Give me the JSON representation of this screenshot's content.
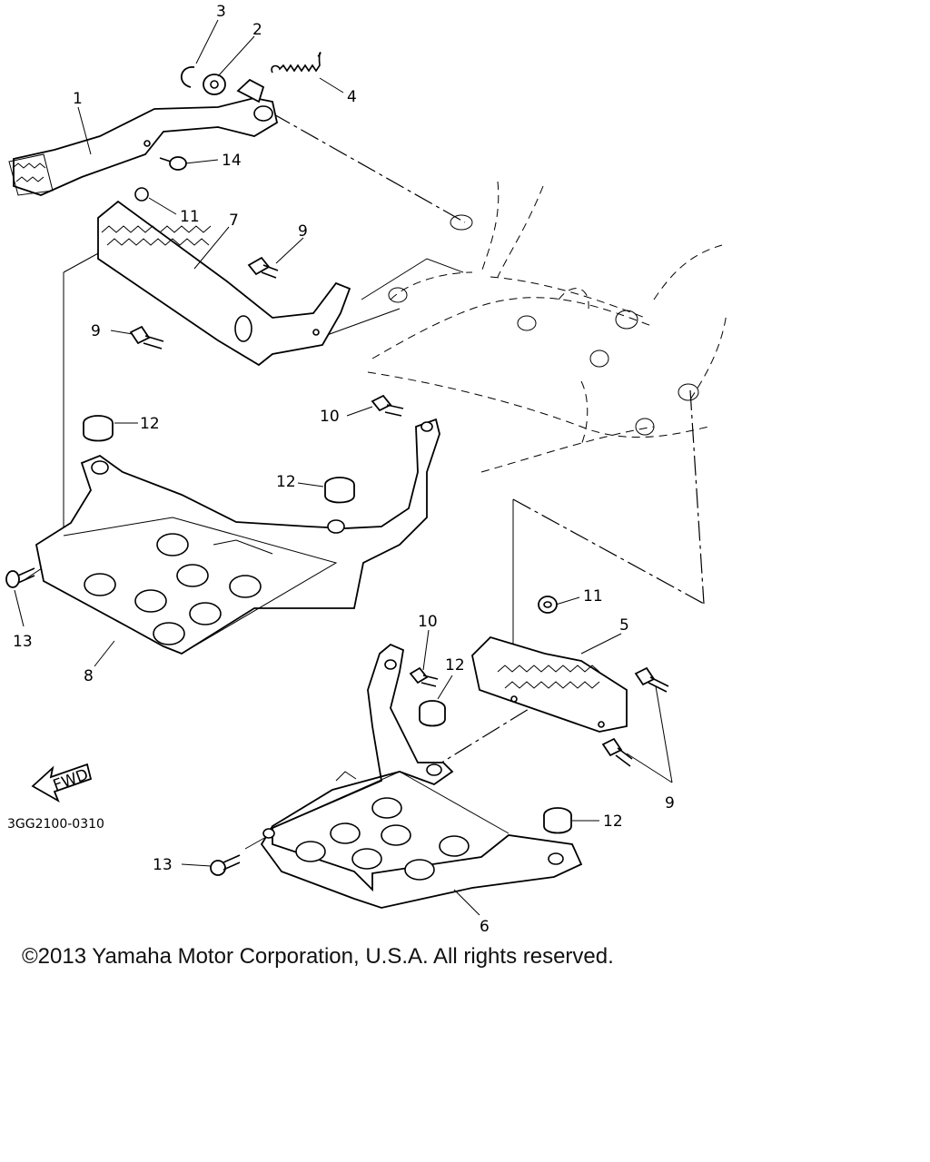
{
  "callouts": {
    "c1": "1",
    "c2": "2",
    "c3": "3",
    "c4": "4",
    "c5": "5",
    "c6": "6",
    "c7": "7",
    "c8": "8",
    "c9a": "9",
    "c9b": "9",
    "c9c": "9",
    "c10a": "10",
    "c10b": "10",
    "c11a": "11",
    "c11b": "11",
    "c12a": "12",
    "c12b": "12",
    "c12c": "12",
    "c12d": "12",
    "c13a": "13",
    "c13b": "13",
    "c14": "14"
  },
  "fwd_label": "FWD",
  "reference_code": "3GG2100-0310",
  "copyright": "©2013 Yamaha Motor Corporation, U.S.A. All rights reserved."
}
